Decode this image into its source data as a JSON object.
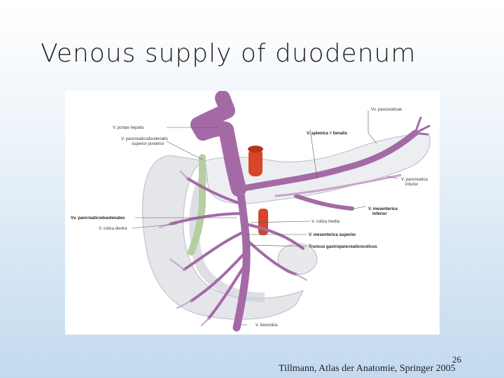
{
  "slide": {
    "title": "Venous supply of duodenum",
    "page_number": "26",
    "citation": "Tillmann, Atlas der Anatomie, Springer 2005"
  },
  "figure": {
    "labels": {
      "portae_hepatis": "V. portae hepatis",
      "pancreaticoduodenalis_sup_post_1": "V. pancreaticoduodenalis",
      "pancreaticoduodenalis_sup_post_2": "superior posterior",
      "pancreaticoduodenales": "Vv. pancreaticoduodenales",
      "colica_dextra": "V. colica dextra",
      "pancreaticae": "Vv. pancreaticae",
      "splenica": "V. splenica = lienalis",
      "pancreatica_inferior_1": "V. pancreatica",
      "pancreatica_inferior_2": "inferior",
      "mesenterica_inferior_1": "V. mesenterica",
      "mesenterica_inferior_2": "inferior",
      "colica_media": "V. colica media",
      "mesenterica_superior": "V. mesenterica superior",
      "truncus": "Truncus gastropancreaticocolicus",
      "ileocolica": "V. ileocolica"
    },
    "colors": {
      "vein": "#a46aa6",
      "vein_light": "#c9a4cc",
      "artery": "#d9452b",
      "duodenum": "#e4e6ea",
      "pancreas": "#eceef1",
      "bile_duct": "#b5cfa0"
    }
  }
}
